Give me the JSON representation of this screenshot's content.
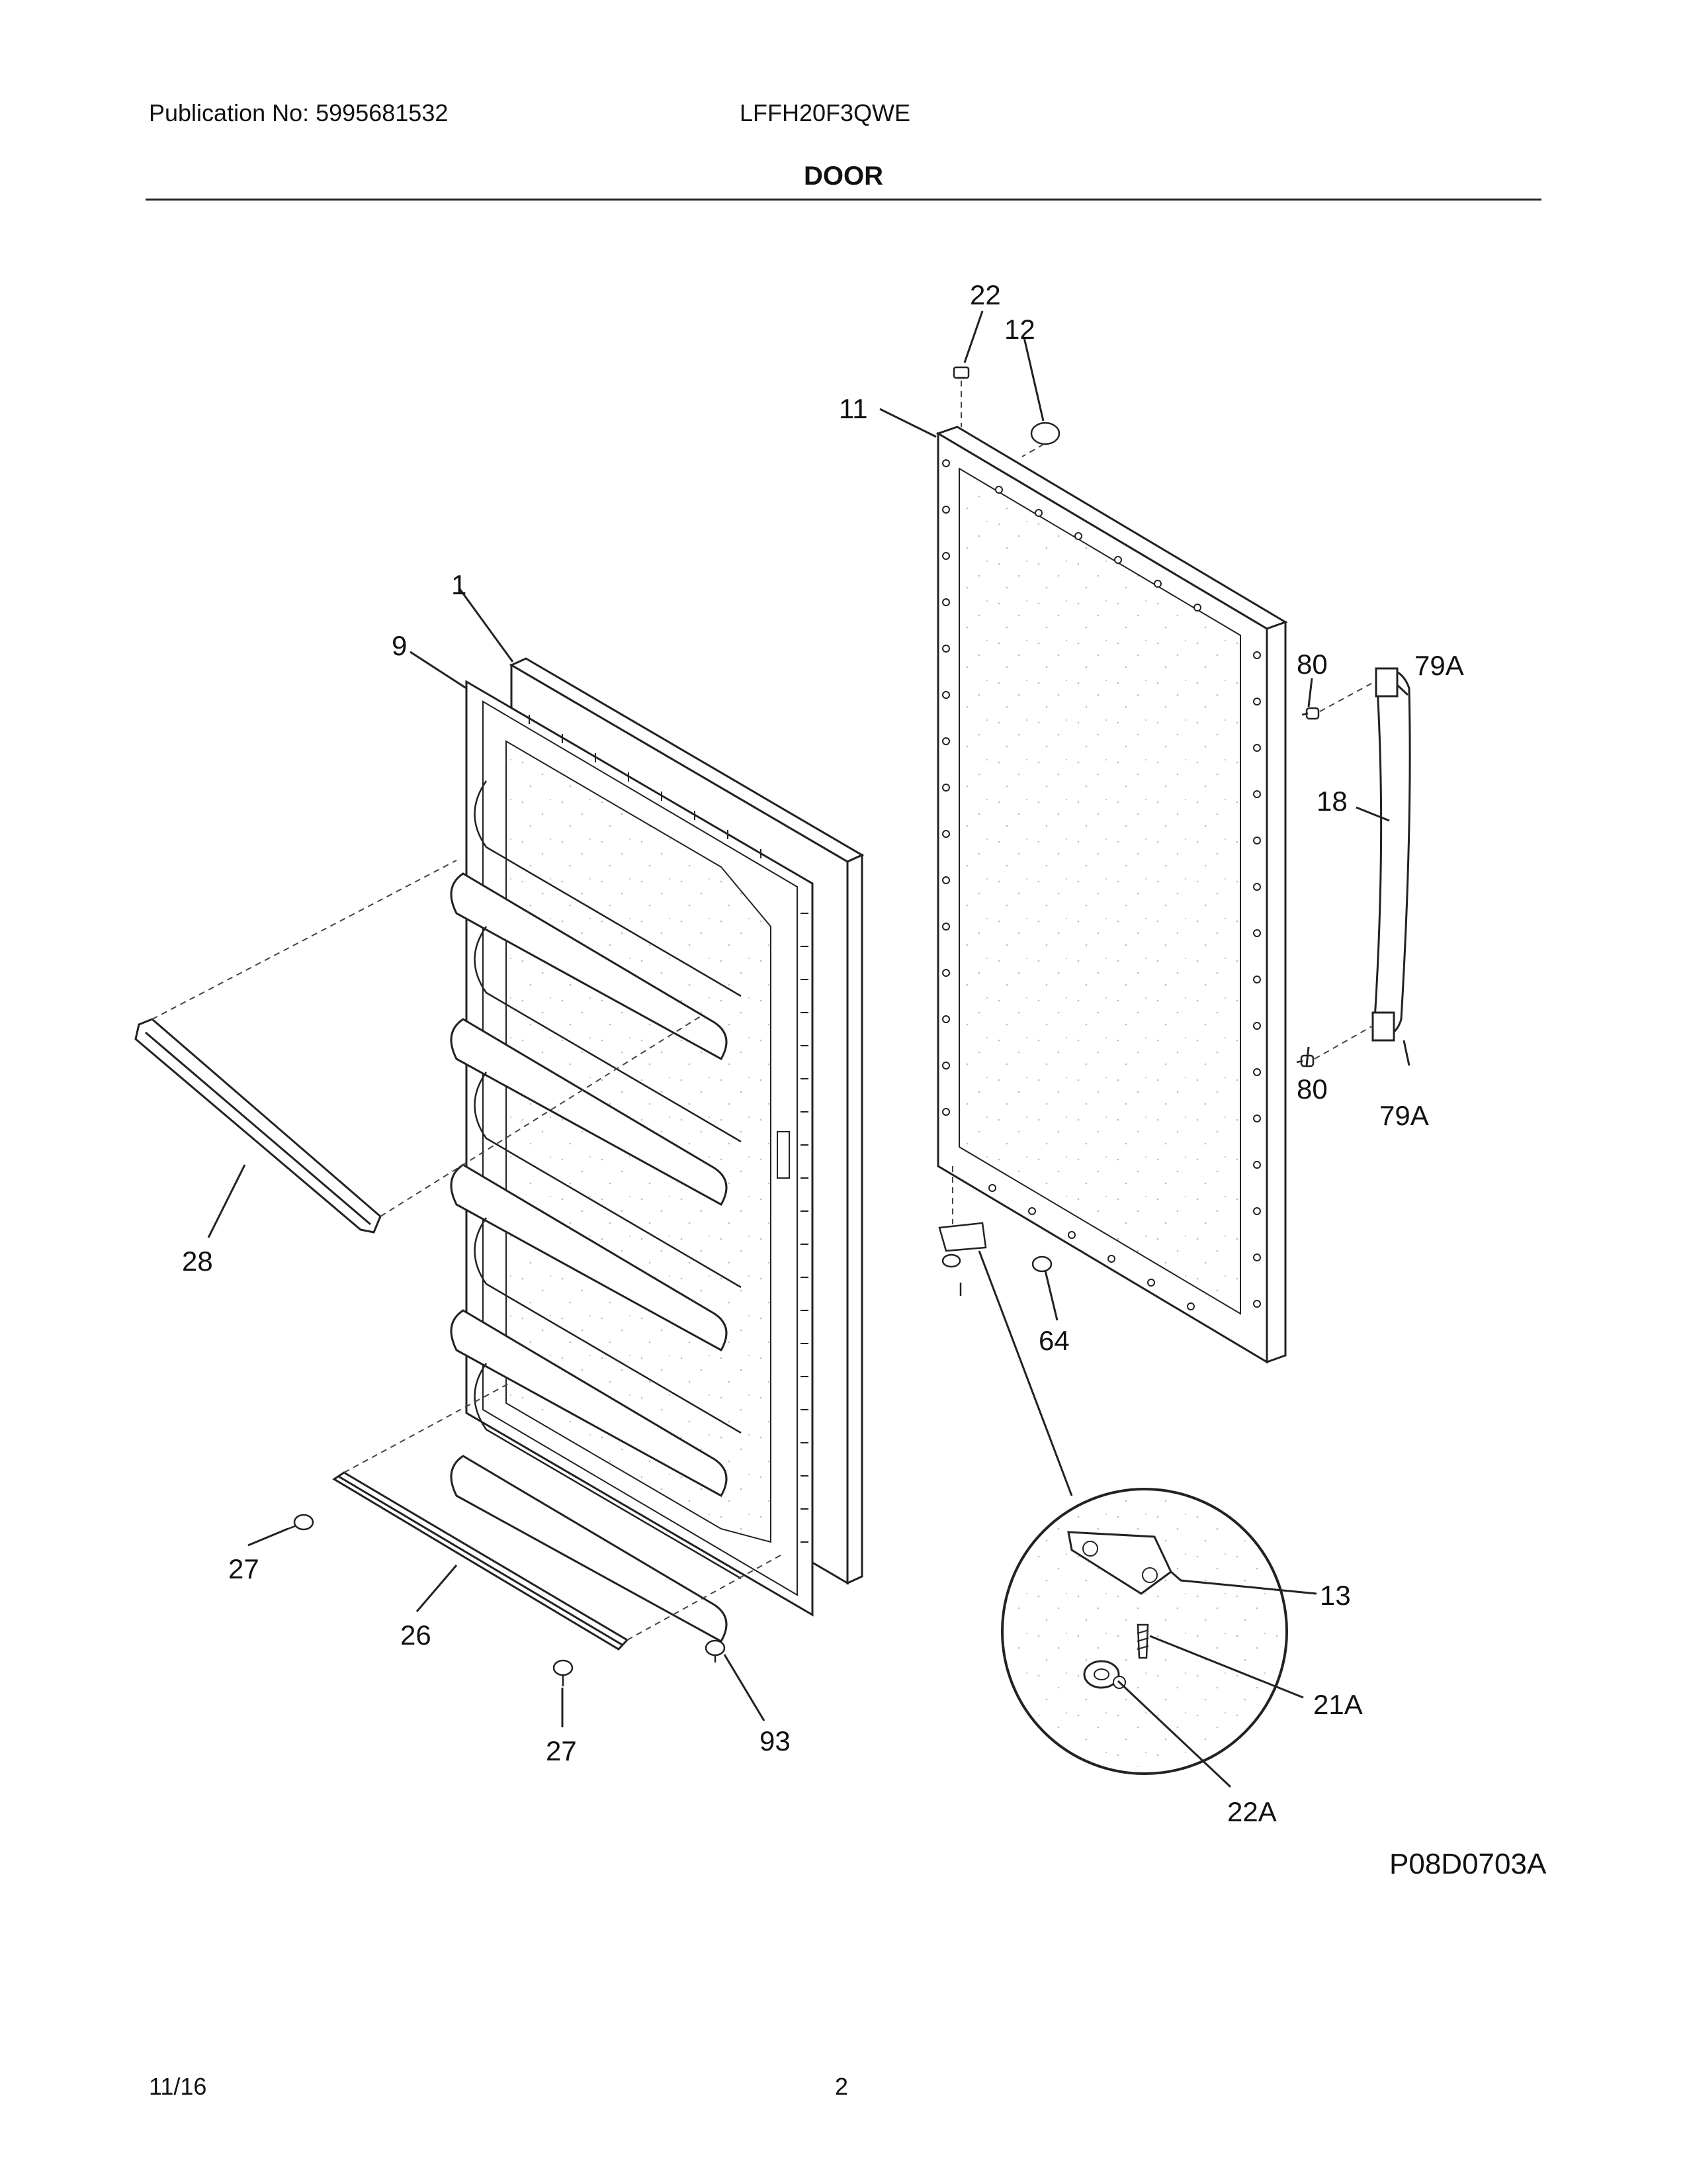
{
  "header": {
    "publication": "Publication No: 5995681532",
    "model": "LFFH20F3QWE"
  },
  "title": "DOOR",
  "diagram_code": "P08D0703A",
  "footer": {
    "date": "11/16",
    "page": "2"
  },
  "callouts": {
    "c22": "22",
    "c12": "12",
    "c11": "11",
    "c1": "1",
    "c9": "9",
    "c80a": "80",
    "c79a_top": "79A",
    "c18": "18",
    "c80b": "80",
    "c79a_bot": "79A",
    "c28": "28",
    "c64": "64",
    "c27a": "27",
    "c26": "26",
    "c27b": "27",
    "c93": "93",
    "c13": "13",
    "c21a": "21A",
    "c22a": "22A"
  }
}
